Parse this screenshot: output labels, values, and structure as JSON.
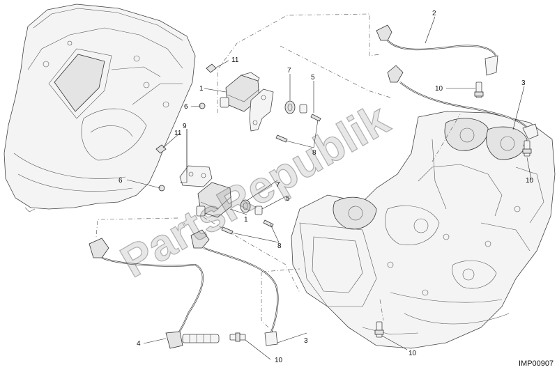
{
  "watermark": "PartsRepublik",
  "image_code": "IMP00907",
  "callouts": {
    "c1a": "1",
    "c1b": "1",
    "c2": "2",
    "c3a": "3",
    "c3b": "3",
    "c4": "4",
    "c5a": "5",
    "c5b": "5",
    "c6a": "6",
    "c6b": "6",
    "c7a": "7",
    "c7b": "7",
    "c8a": "8",
    "c8b": "8",
    "c9": "9",
    "c10a": "10",
    "c10b": "10",
    "c10c": "10",
    "c10d": "10",
    "c11a": "11",
    "c11b": "11"
  }
}
